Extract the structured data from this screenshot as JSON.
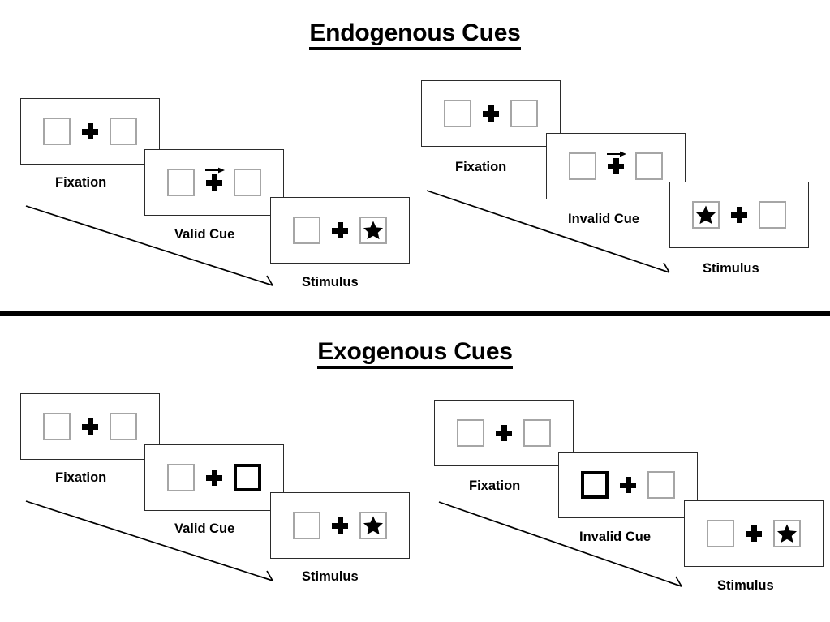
{
  "figure": {
    "title_top": "Endogenous Cues",
    "title_bottom": "Exogenous Cues"
  },
  "sections": [
    {
      "id": "endogenous",
      "title": "Endogenous Cues",
      "columns": [
        {
          "id": "endogenous-valid",
          "panels": [
            {
              "id": "endogenous-valid-fixation",
              "label": "Fixation",
              "left_box": "empty",
              "right_box": "empty",
              "center": "plus",
              "cue": "none"
            },
            {
              "id": "endogenous-valid-cue",
              "label": "Valid Cue",
              "left_box": "empty",
              "right_box": "empty",
              "center": "plus",
              "cue": "arrow-right"
            },
            {
              "id": "endogenous-valid-stimulus",
              "label": "Stimulus",
              "left_box": "empty",
              "right_box": "star",
              "center": "plus",
              "cue": "none"
            }
          ]
        },
        {
          "id": "endogenous-invalid",
          "panels": [
            {
              "id": "endogenous-invalid-fixation",
              "label": "Fixation",
              "left_box": "empty",
              "right_box": "empty",
              "center": "plus",
              "cue": "none"
            },
            {
              "id": "endogenous-invalid-cue",
              "label": "Invalid Cue",
              "left_box": "empty",
              "right_box": "empty",
              "center": "plus",
              "cue": "arrow-right"
            },
            {
              "id": "endogenous-invalid-stimulus",
              "label": "Stimulus",
              "left_box": "star",
              "right_box": "empty",
              "center": "plus",
              "cue": "none"
            }
          ]
        }
      ]
    },
    {
      "id": "exogenous",
      "title": "Exogenous Cues",
      "columns": [
        {
          "id": "exogenous-valid",
          "panels": [
            {
              "id": "exogenous-valid-fixation",
              "label": "Fixation",
              "left_box": "empty",
              "right_box": "empty",
              "center": "plus",
              "cue": "none"
            },
            {
              "id": "exogenous-valid-cue",
              "label": "Valid Cue",
              "left_box": "empty",
              "right_box": "cued",
              "center": "plus",
              "cue": "box-highlight-right"
            },
            {
              "id": "exogenous-valid-stimulus",
              "label": "Stimulus",
              "left_box": "empty",
              "right_box": "star",
              "center": "plus",
              "cue": "none"
            }
          ]
        },
        {
          "id": "exogenous-invalid",
          "panels": [
            {
              "id": "exogenous-invalid-fixation",
              "label": "Fixation",
              "left_box": "empty",
              "right_box": "empty",
              "center": "plus",
              "cue": "none"
            },
            {
              "id": "exogenous-invalid-cue",
              "label": "Invalid Cue",
              "left_box": "cued",
              "right_box": "empty",
              "center": "plus",
              "cue": "box-highlight-left"
            },
            {
              "id": "exogenous-invalid-stimulus",
              "label": "Stimulus",
              "left_box": "empty",
              "right_box": "star",
              "center": "plus",
              "cue": "none"
            }
          ]
        }
      ]
    }
  ],
  "labels": {
    "fixation": "Fixation",
    "valid_cue": "Valid Cue",
    "invalid_cue": "Invalid Cue",
    "stimulus": "Stimulus"
  },
  "icons": {
    "fixation_cross": "plus-icon",
    "target": "star-icon",
    "endogenous_cue": "arrow-right-icon",
    "exogenous_cue": "box-highlight-icon",
    "time_flow": "diagonal-arrow-icon"
  },
  "colors": {
    "ink": "#000000",
    "frame_border": "#2b2b2b",
    "placeholder_border": "#a6a6a6",
    "cued_border": "#000000",
    "background": "#ffffff"
  }
}
